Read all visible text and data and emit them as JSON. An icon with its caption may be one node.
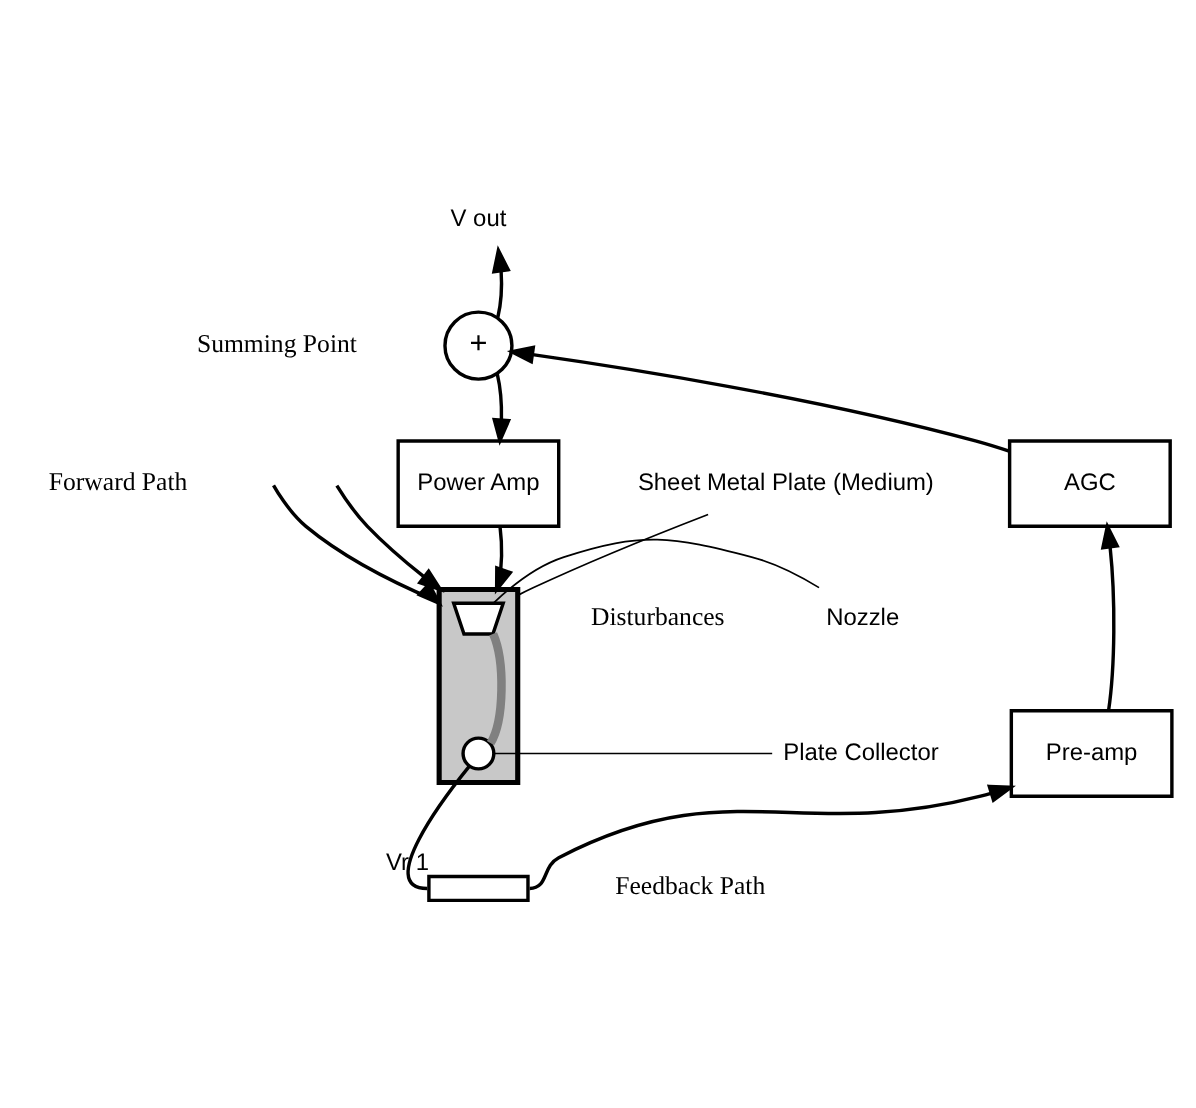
{
  "diagram": {
    "nodes": [
      {
        "text": [
          "V out"
        ]
      },
      {
        "text": [
          "+"
        ]
      },
      {
        "text": [
          "Power Amp"
        ]
      },
      {
        "text": [
          "AGC"
        ]
      },
      {
        "text": [],
        "shape": "box"
      },
      {
        "text": [
          "Sheet Metal Plate (Medium)"
        ]
      },
      {
        "text": [],
        "shape": "trapezoid",
        "in": 4
      },
      {
        "text": [
          "Nozzle"
        ]
      },
      {
        "text": [],
        "shape": "circle",
        "in": 4
      },
      {
        "text": [
          "Plate Collector"
        ]
      },
      {
        "text": [
          "Pre-amp"
        ]
      },
      {
        "text": [],
        "shape": "resistor",
        "beside": [
          "Vr 1"
        ]
      }
    ],
    "edges": [
      {
        "from": 1,
        "to": 0,
        "arrow": "to"
      },
      {
        "from": 1,
        "to": 2,
        "arrow": "to"
      },
      {
        "from": 2,
        "to": 4,
        "arrow": "to"
      },
      {
        "from": 6,
        "to": 8,
        "arrow": "none",
        "style": "thick",
        "color": "#808080"
      },
      {
        "from": 8,
        "to": 11,
        "arrow": "none"
      },
      {
        "from": 11,
        "to": 10,
        "arrow": "to"
      },
      {
        "from": 10,
        "to": 3,
        "arrow": "to"
      },
      {
        "from": 3,
        "to": 1,
        "arrow": "to"
      },
      {
        "from": 5,
        "to": 4,
        "arrow": "none"
      },
      {
        "from": 7,
        "to": 6,
        "arrow": "none"
      },
      {
        "from": 9,
        "to": 8,
        "arrow": "none"
      },
      {
        "from": null,
        "to": 4,
        "arrow": "to"
      },
      {
        "from": null,
        "to": 4,
        "arrow": "to"
      }
    ],
    "labels": [
      "Summing Point",
      "Forward Path",
      "Disturbances",
      "Feedback Path"
    ]
  }
}
